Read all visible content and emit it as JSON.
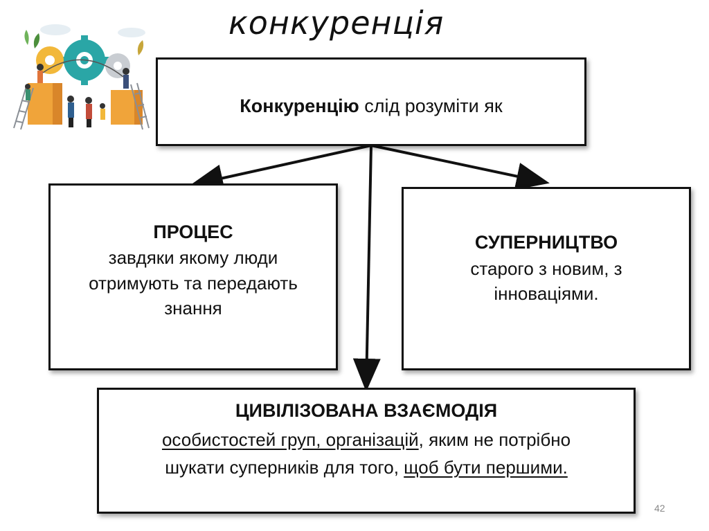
{
  "title": "конкуренція",
  "top_box": {
    "bold": "Конкуренцію",
    "rest": " слід розуміти як"
  },
  "left_box": {
    "heading": "ПРОЦЕС",
    "line1": "завдяки якому люди",
    "line2": "отримують та передають",
    "line3": "знання"
  },
  "right_box": {
    "heading": "СУПЕРНИЦТВО",
    "line1": "старого з новим, з",
    "line2": "інноваціями."
  },
  "bottom_box": {
    "heading": "ЦИВІЛІЗОВАНА ВЗАЄМОДІЯ",
    "line1_underlined": " особистостей груп, організацій",
    "line1_rest": ", яким не потрібно",
    "line2_plain": "шукати суперників для того, ",
    "line2_underlined": "щоб бути першими."
  },
  "slide_number": "42",
  "colors": {
    "border": "#111111",
    "arrow": "#111111"
  }
}
